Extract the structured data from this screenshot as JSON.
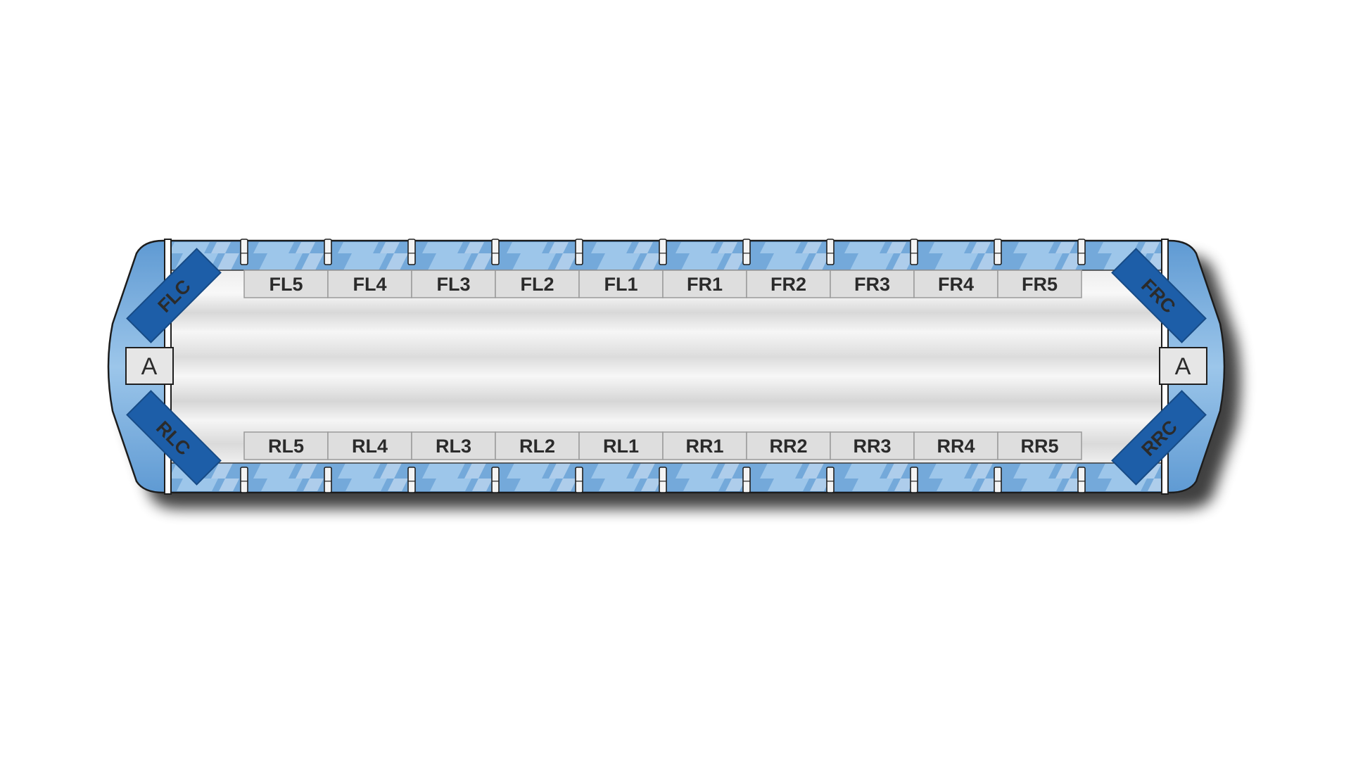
{
  "diagram": {
    "front_segments": [
      "FL5",
      "FL4",
      "FL3",
      "FL2",
      "FL1",
      "FR1",
      "FR2",
      "FR3",
      "FR4",
      "FR5"
    ],
    "rear_segments": [
      "RL5",
      "RL4",
      "RL3",
      "RL2",
      "RL1",
      "RR1",
      "RR2",
      "RR3",
      "RR4",
      "RR5"
    ],
    "corners": {
      "front_left": "FLC",
      "front_right": "FRC",
      "rear_left": "RLC",
      "rear_right": "RRC"
    },
    "alley_left": "A",
    "alley_right": "A"
  },
  "colors": {
    "lens_blue": "#6aa3d6",
    "corner_module": "#1d5ea8",
    "segment_fill": "#dedede",
    "segment_stroke": "#9a9a9a",
    "outline": "#1f1f1f"
  }
}
